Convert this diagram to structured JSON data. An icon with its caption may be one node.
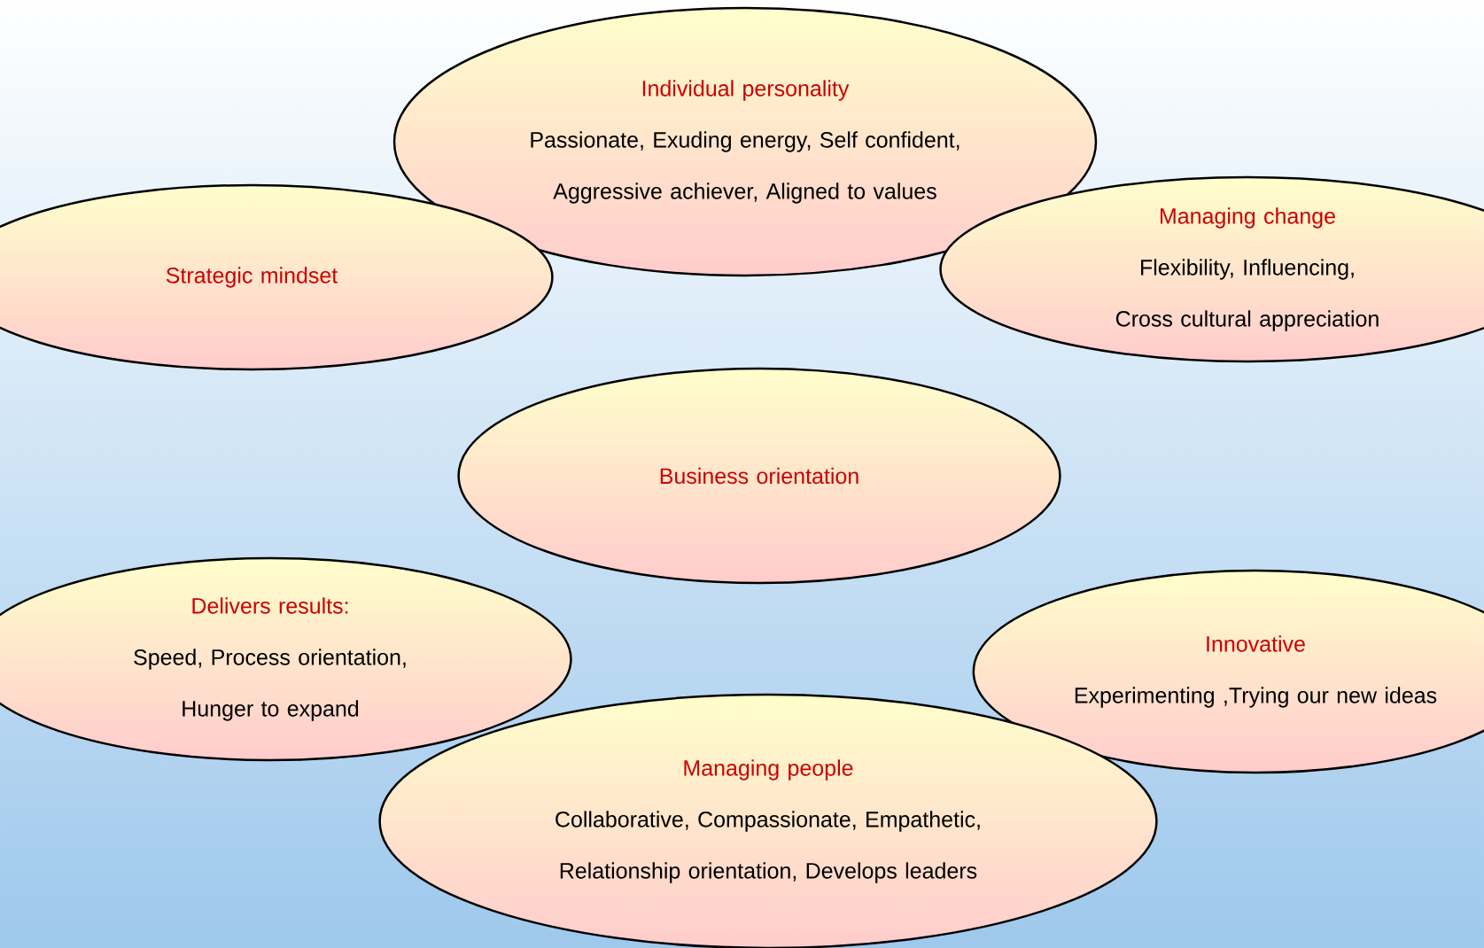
{
  "diagram": {
    "nodes": [
      {
        "text": [
          "Individual personality",
          "Passionate, Exuding energy, Self confident, Aggressive achiever, Aligned to values"
        ]
      },
      {
        "text": [
          "Strategic mindset"
        ]
      },
      {
        "text": [
          "Managing change",
          "Flexibility, Influencing, Cross cultural appreciation"
        ]
      },
      {
        "text": [
          "Business orientation"
        ]
      },
      {
        "text": [
          "Delivers results:",
          "Speed, Process orientation, Hunger to expand"
        ]
      },
      {
        "text": [
          "Innovative",
          "Experimenting ,Trying our new ideas"
        ]
      },
      {
        "text": [
          "Managing people",
          "Collaborative, Compassionate, Empathetic, Relationship orientation, Develops leaders"
        ]
      }
    ]
  }
}
